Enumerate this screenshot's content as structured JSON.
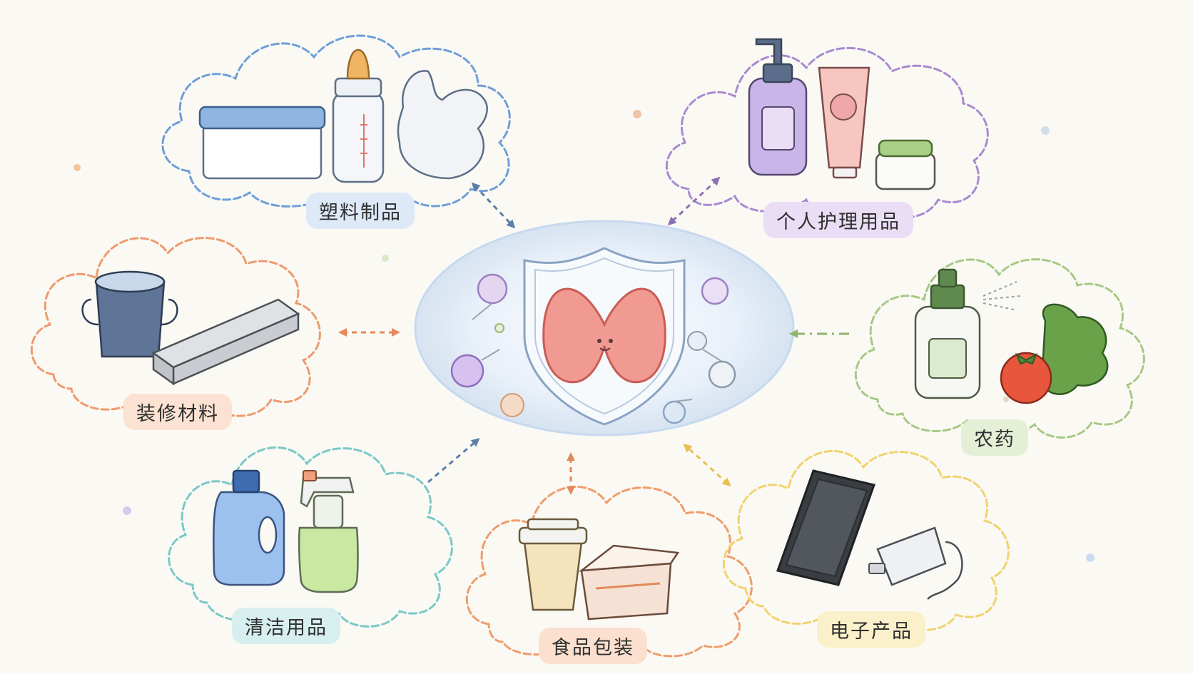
{
  "center": {
    "name": "thyroid-shield",
    "icon": "thyroid-icon"
  },
  "categories": [
    {
      "id": "plastic",
      "label": "塑料制品",
      "color": "#6f9fd6",
      "bg": "#dde9f7"
    },
    {
      "id": "personal-care",
      "label": "个人护理用品",
      "color": "#a98ad0",
      "bg": "#e9def6"
    },
    {
      "id": "decoration",
      "label": "装修材料",
      "color": "#ef9a6e",
      "bg": "#fbe2d2"
    },
    {
      "id": "pesticide",
      "label": "农药",
      "color": "#a7c985",
      "bg": "#e4efd6"
    },
    {
      "id": "cleaning",
      "label": "清洁用品",
      "color": "#7cc8c8",
      "bg": "#d8efef"
    },
    {
      "id": "food-packaging",
      "label": "食品包装",
      "color": "#ef9d6c",
      "bg": "#fbe0cf"
    },
    {
      "id": "electronics",
      "label": "电子产品",
      "color": "#f0d36d",
      "bg": "#faf0c9"
    }
  ]
}
